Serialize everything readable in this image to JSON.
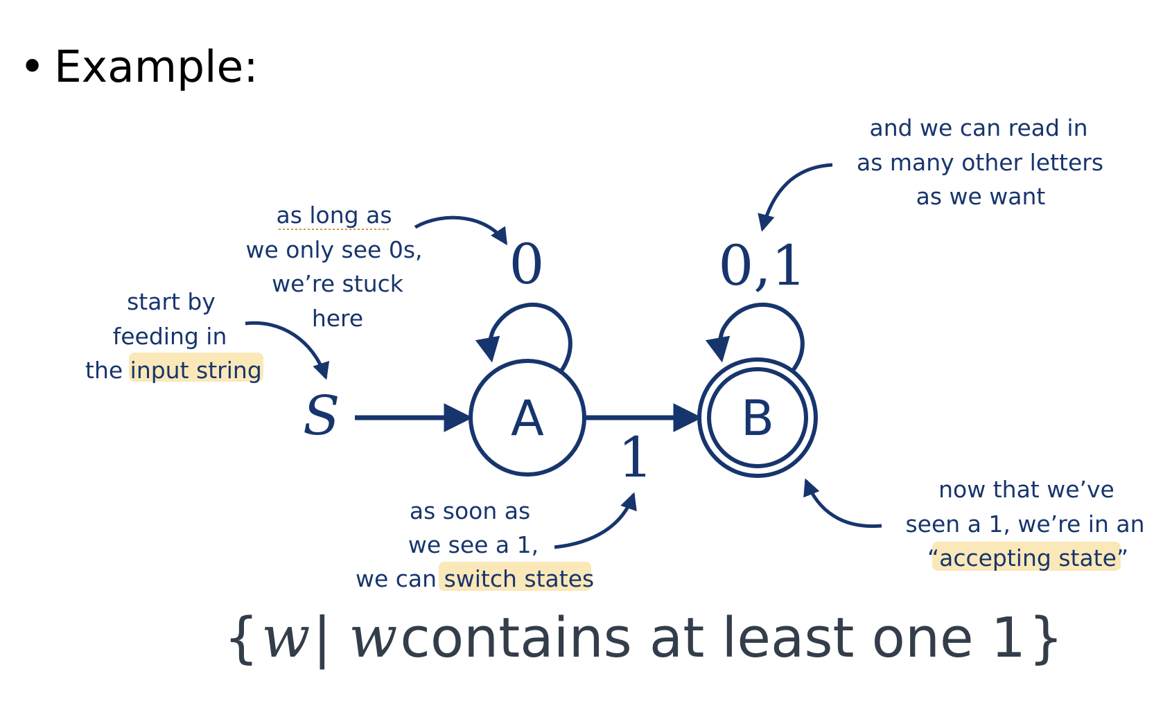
{
  "bullet": {
    "glyph": "•",
    "text": "Example:"
  },
  "automaton": {
    "start_label": "S",
    "state_a": "A",
    "state_b": "B",
    "loop_a_label": "0",
    "loop_b_label": "0,1",
    "transition_label": "1"
  },
  "annotations": {
    "start": {
      "line1": "start by",
      "line2": "feeding in",
      "line3_prefix": "the ",
      "line3_highlight": "input string"
    },
    "loop_a": {
      "line1": "as long as",
      "line2": "we only see 0s,",
      "line3": "we’re stuck",
      "line4": "here"
    },
    "transition": {
      "line1": "as soon as",
      "line2": "we see a 1,",
      "line3_prefix": "we can ",
      "line3_highlight": "switch states"
    },
    "loop_b": {
      "line1": "and we can read in",
      "line2": "as many other letters",
      "line3": "as we want"
    },
    "accepting": {
      "line1": "now that we’ve",
      "line2": "seen a 1, we’re in an",
      "line3_open": "“",
      "line3_highlight": "accepting state",
      "line3_close": "”"
    }
  },
  "formula": {
    "open": "{",
    "var1": "w",
    "bar": " | ",
    "var2": "w",
    "rest": " contains at least one 1",
    "close": "}"
  },
  "colors": {
    "diagram": "#17356d",
    "highlight": "#fbe8b8",
    "formula": "#343d4a"
  }
}
